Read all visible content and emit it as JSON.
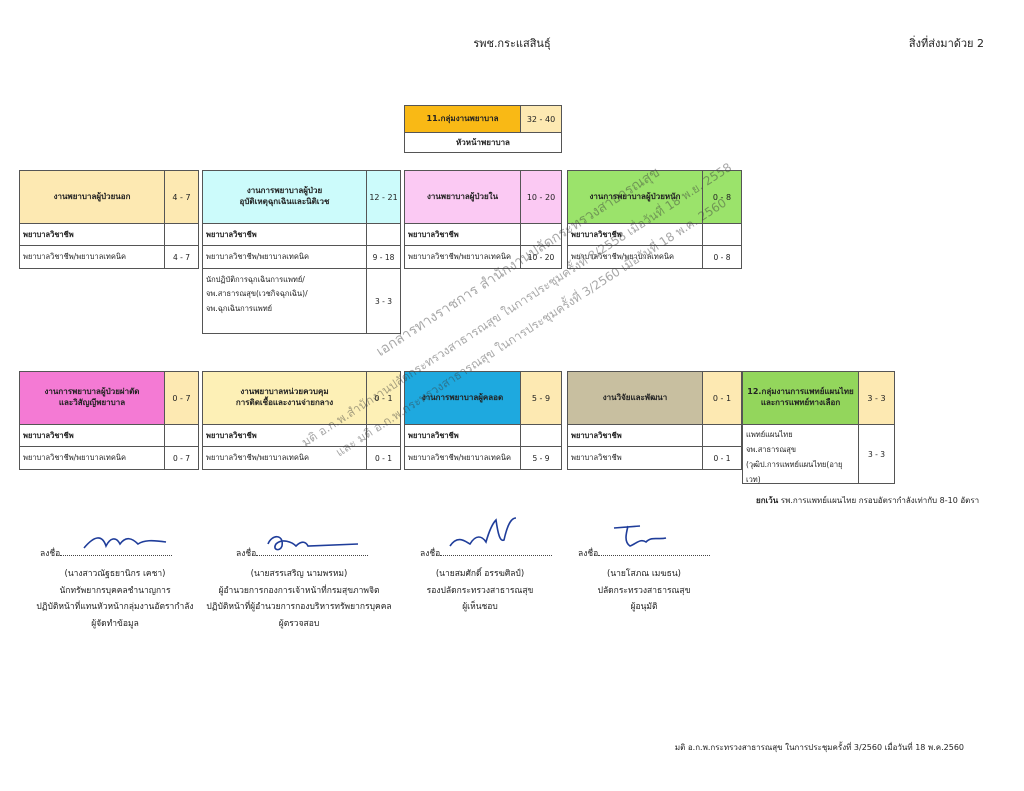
{
  "header": {
    "center": "รพช.กระแสสินธุ์",
    "right": "สิ่งที่ส่งมาด้วย 2"
  },
  "top_unit": {
    "title": "11.กลุ่มงานพยาบาล",
    "range": "32  -  40",
    "sub": "หัวหน้าพยาบาล"
  },
  "row1": [
    {
      "title": "งานพยาบาลผู้ป่วยนอก",
      "range": "4  -  7",
      "color": "#fde9b2",
      "rows": [
        {
          "label": "พยาบาลวิชาชีพ",
          "value": ""
        },
        {
          "label": "พยาบาลวิชาชีพ/พยาบาลเทคนิค",
          "value": "4  -  7"
        }
      ]
    },
    {
      "title_l1": "งานการพยาบาลผู้ป่วย",
      "title_l2": "อุบัติเหตุฉุกเฉินและนิติเวช",
      "range": "12  -  21",
      "color": "#ccfbfb",
      "rows": [
        {
          "label": "พยาบาลวิชาชีพ",
          "value": ""
        },
        {
          "label": "พยาบาลวิชาชีพ/พยาบาลเทคนิค",
          "value": "9  -  18"
        }
      ],
      "extra": {
        "lines": [
          "นักปฏิบัติการฉุกเฉินการแพทย์/",
          "จพ.สาธารณสุข(เวชกิจฉุกเฉิน)/",
          "จพ.ฉุกเฉินการแพทย์"
        ],
        "value": "3  -  3"
      }
    },
    {
      "title": "งานพยาบาลผู้ป่วยใน",
      "range": "10  -  20",
      "color": "#fbc9f3",
      "rows": [
        {
          "label": "พยาบาลวิชาชีพ",
          "value": ""
        },
        {
          "label": "พยาบาลวิชาชีพ/พยาบาลเทคนิค",
          "value": "10  -  20"
        }
      ]
    },
    {
      "title": "งานการพยาบาลผู้ป่วยหนัก",
      "range": "0  -  8",
      "color": "#9be36b",
      "rows": [
        {
          "label": "พยาบาลวิชาชีพ",
          "value": ""
        },
        {
          "label": "พยาบาลวิชาชีพ/พยาบาลเทคนิค",
          "value": "0  -  8"
        }
      ]
    }
  ],
  "row2": [
    {
      "title_l1": "งานการพยาบาลผู้ป่วยผ่าตัด",
      "title_l2": "และวิสัญญีพยาบาล",
      "range": "0  -  7",
      "color": "#f47ad4",
      "rows": [
        {
          "label": "พยาบาลวิชาชีพ",
          "value": ""
        },
        {
          "label": "พยาบาลวิชาชีพ/พยาบาลเทคนิค",
          "value": "0  -  7"
        }
      ]
    },
    {
      "title_l1": "งานพยาบาลหน่วยควบคุม",
      "title_l2": "การติดเชื้อและงานจ่ายกลาง",
      "range": "0  -  1",
      "color": "#fdf0b6",
      "rows": [
        {
          "label": "พยาบาลวิชาชีพ",
          "value": ""
        },
        {
          "label": "พยาบาลวิชาชีพ/พยาบาลเทคนิค",
          "value": "0  -  1"
        }
      ]
    },
    {
      "title": "งานการพยาบาลผู้คลอด",
      "range": "5  -  9",
      "color": "#1ea9df",
      "rows": [
        {
          "label": "พยาบาลวิชาชีพ",
          "value": ""
        },
        {
          "label": "พยาบาลวิชาชีพ/พยาบาลเทคนิค",
          "value": "5  -  9"
        }
      ]
    },
    {
      "title": "งานวิจัยและพัฒนา",
      "range": "0  -  1",
      "color": "#c8bfa0",
      "rows": [
        {
          "label": "พยาบาลวิชาชีพ",
          "value": ""
        },
        {
          "label": "พยาบาลวิชาชีพ",
          "value": "0  -  1"
        }
      ]
    },
    {
      "title_l1": "12.กลุ่มงานการแพทย์แผนไทย",
      "title_l2": "และการแพทย์ทางเลือก",
      "range": "3  -  3",
      "color": "#93d65c",
      "lines": [
        "แพทย์แผนไทย",
        "จพ.สาธารณสุข",
        "(วุฒิป.การแพทย์แผนไทย(อายุเวท)"
      ],
      "value": "3  -  3"
    }
  ],
  "note": {
    "bold": "ยกเว้น",
    "text": " รพ.การแพทย์แผนไทย กรอบอัตรากำลังเท่ากับ 8-10 อัตรา"
  },
  "signatures": [
    {
      "prefix": "ลงชื่อ",
      "name": "(นางสาวณัฐธยานิกร  เคชา)",
      "pos1": "นักทรัพยากรบุคคลชำนาญการ",
      "pos2": "ปฏิบัติหน้าที่แทนหัวหน้ากลุ่มงานอัตรากำลัง",
      "role": "ผู้จัดทำข้อมูล"
    },
    {
      "prefix": "ลงชื่อ",
      "name": "(นายสรรเสริญ  นามพรหม)",
      "pos1": "ผู้อำนวยการกองการเจ้าหน้าที่กรมสุขภาพจิต",
      "pos2": "ปฏิบัติหน้าที่ผู้อำนวยการกองบริหารทรัพยากรบุคคล",
      "role": "ผู้ตรวจสอบ"
    },
    {
      "prefix": "ลงชื่อ",
      "name": "(นายสมศักดิ์  อรรฆศิลป์)",
      "pos1": "รองปลัดกระทรวงสาธารณสุข",
      "pos2": "ผู้เห็นชอบ",
      "role": ""
    },
    {
      "prefix": "ลงชื่อ",
      "name": "(นายโสภณ  เมฆธน)",
      "pos1": "ปลัดกระทรวงสาธารณสุข",
      "pos2": "ผู้อนุมัติ",
      "role": ""
    }
  ],
  "footer": "มติ อ.ก.พ.กระทรวงสาธารณสุข ในการประชุมครั้งที่ 3/2560 เมื่อวันที่ 18 พ.ค.2560",
  "watermark": [
    "เอกสารทางราชการ สำนักงานปลัดกระทรวงสาธารณสุข",
    "มติ อ.ก.พ.สำนักงานปลัดกระทรวงสาธารณสุข ในการประชุมครั้งที่ 8/2558 เมื่อวันที่ 18 พ.ย. 2558",
    "และ มติ อ.ก.พ.กระทรวงสาธารณสุข ในการประชุมครั้งที่ 3/2560 เมื่อวันที่ 18 พ.ค. 2560"
  ]
}
